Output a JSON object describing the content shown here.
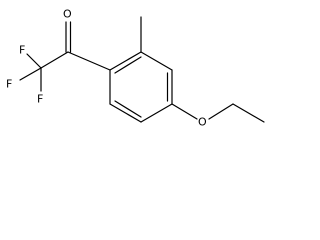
{
  "molecule": {
    "atoms": [
      {
        "id": "O_ketone",
        "label": "O"
      },
      {
        "id": "F_top",
        "label": "F"
      },
      {
        "id": "F_left",
        "label": "F"
      },
      {
        "id": "F_bottom",
        "label": "F"
      },
      {
        "id": "O_ether",
        "label": "O"
      }
    ],
    "colors": {
      "stroke": "#000000",
      "background": "#ffffff"
    }
  }
}
